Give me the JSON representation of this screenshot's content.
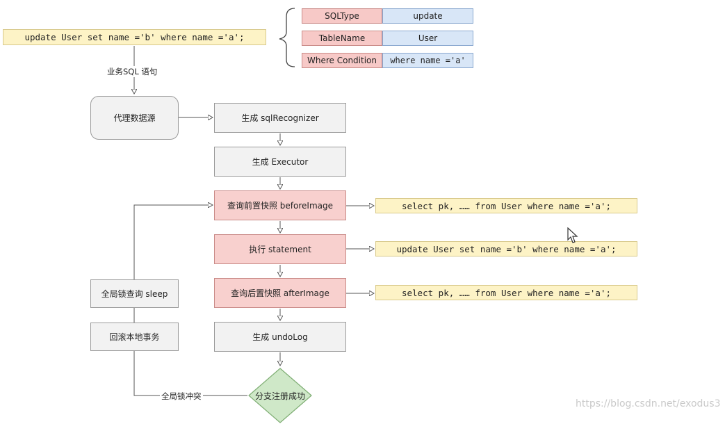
{
  "sql_input": "update User set name ='b' where name ='a';",
  "parse_result": {
    "rows": [
      {
        "key": "SQLType",
        "value": "update"
      },
      {
        "key": "TableName",
        "value": "User"
      },
      {
        "key": "Where Condition",
        "value": "where name ='a'"
      }
    ]
  },
  "edge_labels": {
    "business_sql": "业务SQL 语句",
    "global_lock_conflict": "全局锁冲突"
  },
  "nodes": {
    "proxy_datasource": "代理数据源",
    "gen_sql_recognizer": "生成 sqlRecognizer",
    "gen_executor": "生成 Executor",
    "before_image": "查询前置快照 beforeImage",
    "exec_statement": "执行 statement",
    "after_image": "查询后置快照 afterImage",
    "gen_undo_log": "生成 undoLog",
    "branch_register": "分支注册成功",
    "global_lock_sleep": "全局锁查询 sleep",
    "rollback_local": "回滚本地事务"
  },
  "sql_notes": {
    "before_select": "select pk, …… from User where name ='a';",
    "update_stmt": "update User set name ='b' where name ='a';",
    "after_select": "select pk, …… from User where name ='a';"
  },
  "watermark": "https://blog.csdn.net/exodus3",
  "colors": {
    "pink": "#f8d0ce",
    "blue": "#d8e6f7",
    "yellow": "#fdf3c6",
    "gray": "#f2f2f2",
    "green": "#cfe8c8"
  }
}
